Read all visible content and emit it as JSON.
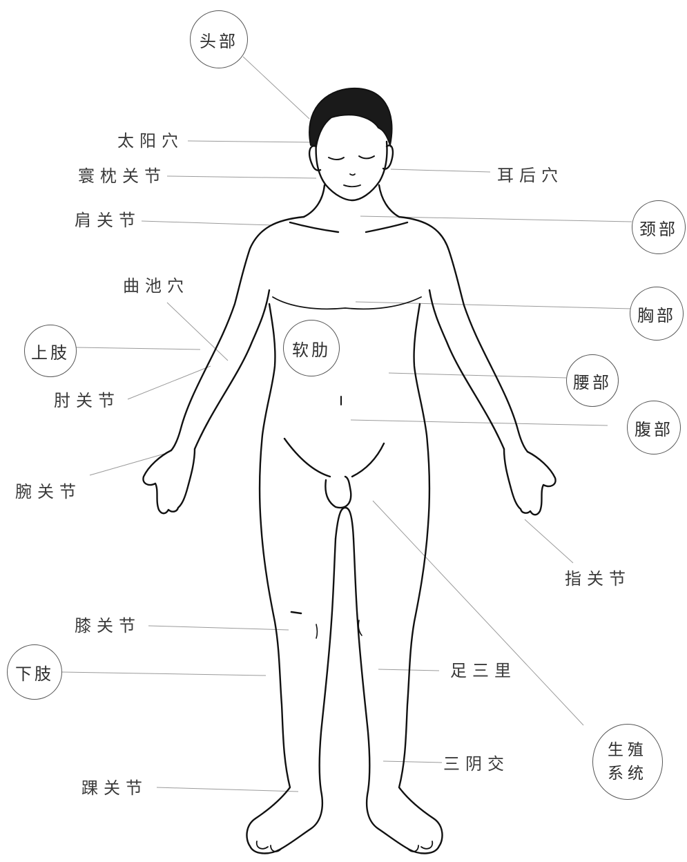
{
  "colors": {
    "outline": "#111111",
    "leader": "#9a9a9a",
    "hair": "#1a1a1a",
    "label": "#3a3a3a",
    "circle": "#555555"
  },
  "circled_labels": {
    "head": "头部",
    "neck": "颈部",
    "chest": "胸部",
    "soft_rib": "软肋",
    "upper_limb": "上肢",
    "waist": "腰部",
    "abdomen": "腹部",
    "lower_limb": "下肢",
    "reproductive_line1": "生殖",
    "reproductive_line2": "系统"
  },
  "labels": {
    "temple": "太阳穴",
    "behind_ear": "耳后穴",
    "jaw_joint": "寰枕关节",
    "shoulder": "肩关节",
    "quchi": "曲池穴",
    "elbow": "肘关节",
    "wrist": "腕关节",
    "finger_joint": "指关节",
    "knee": "膝关节",
    "zusanli": "足三里",
    "sanyinjiao": "三阴交",
    "ankle": "踝关节"
  }
}
